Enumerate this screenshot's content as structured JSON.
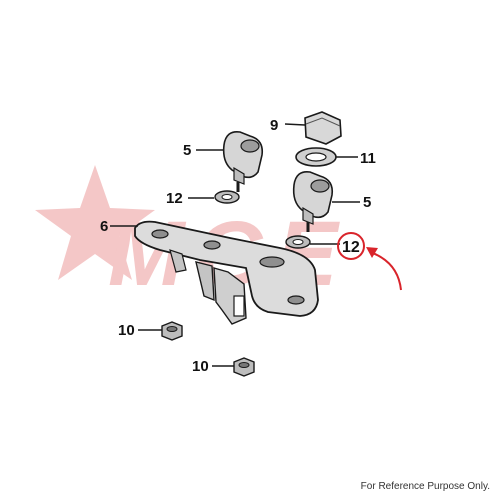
{
  "watermark": {
    "text": "MGE",
    "color": "#d94a4a"
  },
  "colors": {
    "part_fill": "#dcdcdc",
    "part_fill_dark": "#a8a8a8",
    "outline": "#1a1a1a",
    "highlight": "#d9242b",
    "text": "#111111"
  },
  "callouts": [
    {
      "id": "c9",
      "label": "9"
    },
    {
      "id": "c11",
      "label": "11"
    },
    {
      "id": "c5a",
      "label": "5"
    },
    {
      "id": "c12a",
      "label": "12"
    },
    {
      "id": "c5b",
      "label": "5"
    },
    {
      "id": "c6",
      "label": "6"
    },
    {
      "id": "c12b",
      "label": "12",
      "highlighted": true
    },
    {
      "id": "c10a",
      "label": "10"
    },
    {
      "id": "c10b",
      "label": "10"
    }
  ],
  "footer": "For Reference Purpose Only."
}
